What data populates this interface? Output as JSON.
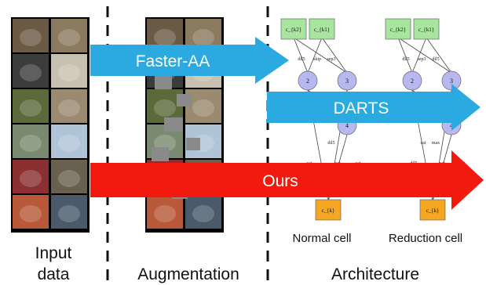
{
  "sections": {
    "input": {
      "label_line1": "Input",
      "label_line2": "data"
    },
    "augmentation": {
      "label": "Augmentation"
    },
    "architecture": {
      "label": "Architecture"
    }
  },
  "cells": {
    "normal": {
      "label": "Normal cell",
      "inputs": [
        "c_{k2}",
        "c_{k1}"
      ],
      "nodes": [
        "2",
        "3",
        "4"
      ],
      "output": "c_{k}",
      "edge_labels": [
        "dil5",
        "skip",
        "sep3",
        "max",
        "dil5",
        "cat",
        "cat",
        "cat"
      ]
    },
    "reduction": {
      "label": "Reduction cell",
      "inputs": [
        "c_{k2}",
        "c_{k1}"
      ],
      "nodes": [
        "2",
        "3",
        "4"
      ],
      "output": "c_{k}",
      "edge_labels": [
        "dil5",
        "sep3",
        "dil5",
        "sep3",
        "max",
        "dil5",
        "cat",
        "cat",
        "cat"
      ]
    }
  },
  "arrows": {
    "faster_aa": {
      "label": "Faster-AA",
      "color": "#2aaae1"
    },
    "darts": {
      "label": "DARTS",
      "color": "#2aaae1"
    },
    "ours": {
      "label": "Ours",
      "color": "#f21a0f"
    }
  },
  "colors": {
    "input_node": "#a8e6a0",
    "intermediate_node": "#b8b8f0",
    "output_node": "#f5a623",
    "thumb_palette": [
      "#6b5a44",
      "#8a7a60",
      "#3c3c3c",
      "#c8c0b0",
      "#5a6a3a",
      "#9a8a70",
      "#7a8a70",
      "#b0c4d8",
      "#8a3030",
      "#6a6050",
      "#b85a3a",
      "#4a5a6a"
    ]
  }
}
